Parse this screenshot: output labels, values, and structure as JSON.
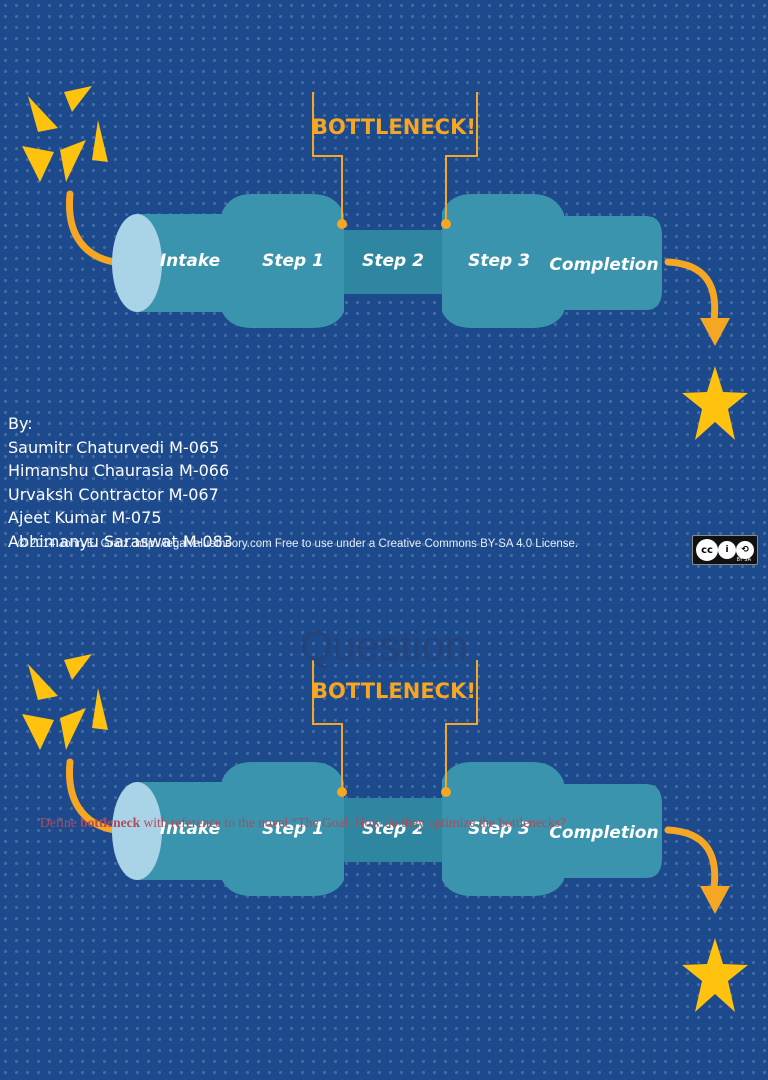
{
  "diagram": {
    "bottleneck_label": "BOTTLENECK!",
    "stages": [
      "Intake",
      "Step 1",
      "Step 2",
      "Step 3",
      "Completion"
    ]
  },
  "authors": {
    "heading": "By:",
    "names": [
      "Saumitr Chaturvedi M-065",
      "Himanshu Chaurasia M-066",
      "Urvaksh Contractor M-067",
      "Ajeet Kumar M-075",
      "Abhimanyu Saraswat M-083"
    ]
  },
  "copyright": "© 2014 John E. Gratz. http://legalvaluetheory.com  Free to use under a Creative Commons BY-SA 4.0 License.",
  "cc_badge": {
    "cc": "cc",
    "by": "i",
    "sa": "⟲",
    "caption": "BY  SA"
  },
  "question": {
    "heading": "Question",
    "keyword": "bottleneck",
    "text_before": "Define ",
    "text_after": " with reference to the novel “The Goal. How do they optimize the bottlenecks?"
  },
  "colors": {
    "background": "#1c4a8c",
    "pipe": "#3a94ad",
    "pipe_light": "#a9d4e8",
    "accent": "#f5a623",
    "star": "#ffc20e"
  }
}
